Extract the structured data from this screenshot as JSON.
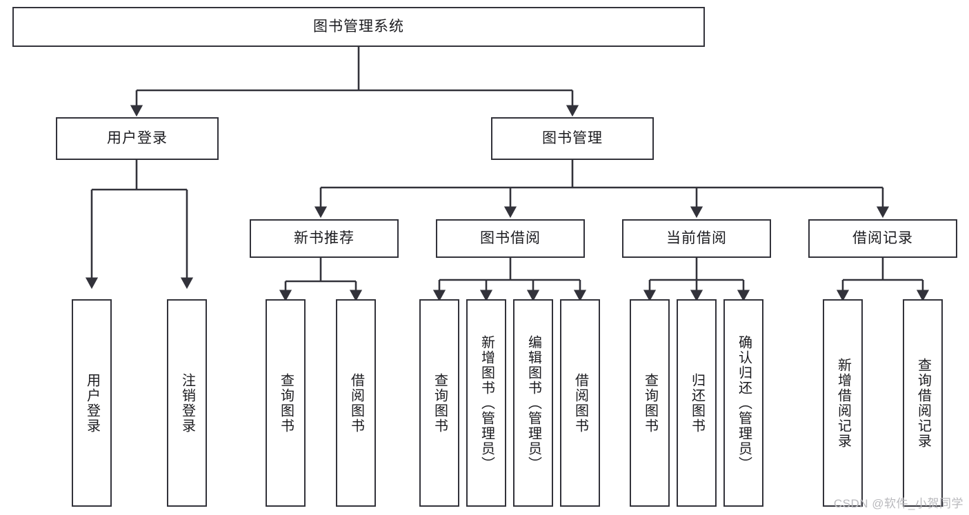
{
  "diagram": {
    "type": "tree",
    "title": "图书管理系统",
    "orientation": "top-down",
    "colors": {
      "box_border": "#32323a",
      "box_fill": "#ffffff",
      "connector": "#32323a",
      "text": "#1b1b1f",
      "background": "#ffffff",
      "watermark": "#b9b9bd"
    },
    "root": {
      "id": "root",
      "label": "图书管理系统",
      "orientation": "horizontal"
    },
    "level2": [
      {
        "id": "user-login",
        "label": "用户登录",
        "orientation": "horizontal"
      },
      {
        "id": "book-manage",
        "label": "图书管理",
        "orientation": "horizontal"
      }
    ],
    "level3": [
      {
        "id": "new-book-recommend",
        "label": "新书推荐",
        "orientation": "horizontal",
        "parent": "book-manage"
      },
      {
        "id": "book-borrow",
        "label": "图书借阅",
        "orientation": "horizontal",
        "parent": "book-manage"
      },
      {
        "id": "current-borrow",
        "label": "当前借阅",
        "orientation": "horizontal",
        "parent": "book-manage"
      },
      {
        "id": "borrow-record",
        "label": "借阅记录",
        "orientation": "horizontal",
        "parent": "book-manage"
      }
    ],
    "leaves": [
      {
        "id": "leaf-user-login",
        "label": "用户登录",
        "orientation": "vertical",
        "parent": "user-login"
      },
      {
        "id": "leaf-logout-login",
        "label": "注销登录",
        "orientation": "vertical",
        "parent": "user-login"
      },
      {
        "id": "leaf-query-book-1",
        "label": "查询图书",
        "orientation": "vertical",
        "parent": "new-book-recommend"
      },
      {
        "id": "leaf-borrow-book-1",
        "label": "借阅图书",
        "orientation": "vertical",
        "parent": "new-book-recommend"
      },
      {
        "id": "leaf-query-book-2",
        "label": "查询图书",
        "orientation": "vertical",
        "parent": "book-borrow"
      },
      {
        "id": "leaf-add-book",
        "label": "新增图书（管理员）",
        "orientation": "vertical",
        "parent": "book-borrow"
      },
      {
        "id": "leaf-edit-book",
        "label": "编辑图书（管理员）",
        "orientation": "vertical",
        "parent": "book-borrow"
      },
      {
        "id": "leaf-borrow-book-2",
        "label": "借阅图书",
        "orientation": "vertical",
        "parent": "book-borrow"
      },
      {
        "id": "leaf-query-book-3",
        "label": "查询图书",
        "orientation": "vertical",
        "parent": "current-borrow"
      },
      {
        "id": "leaf-return-book",
        "label": "归还图书",
        "orientation": "vertical",
        "parent": "current-borrow"
      },
      {
        "id": "leaf-confirm-return",
        "label": "确认归还（管理员）",
        "orientation": "vertical",
        "parent": "current-borrow"
      },
      {
        "id": "leaf-add-record",
        "label": "新增借阅记录",
        "orientation": "vertical",
        "parent": "borrow-record"
      },
      {
        "id": "leaf-query-record",
        "label": "查询借阅记录",
        "orientation": "vertical",
        "parent": "borrow-record"
      }
    ]
  },
  "watermark": {
    "text": "CSDN @软件_小贺同学"
  }
}
